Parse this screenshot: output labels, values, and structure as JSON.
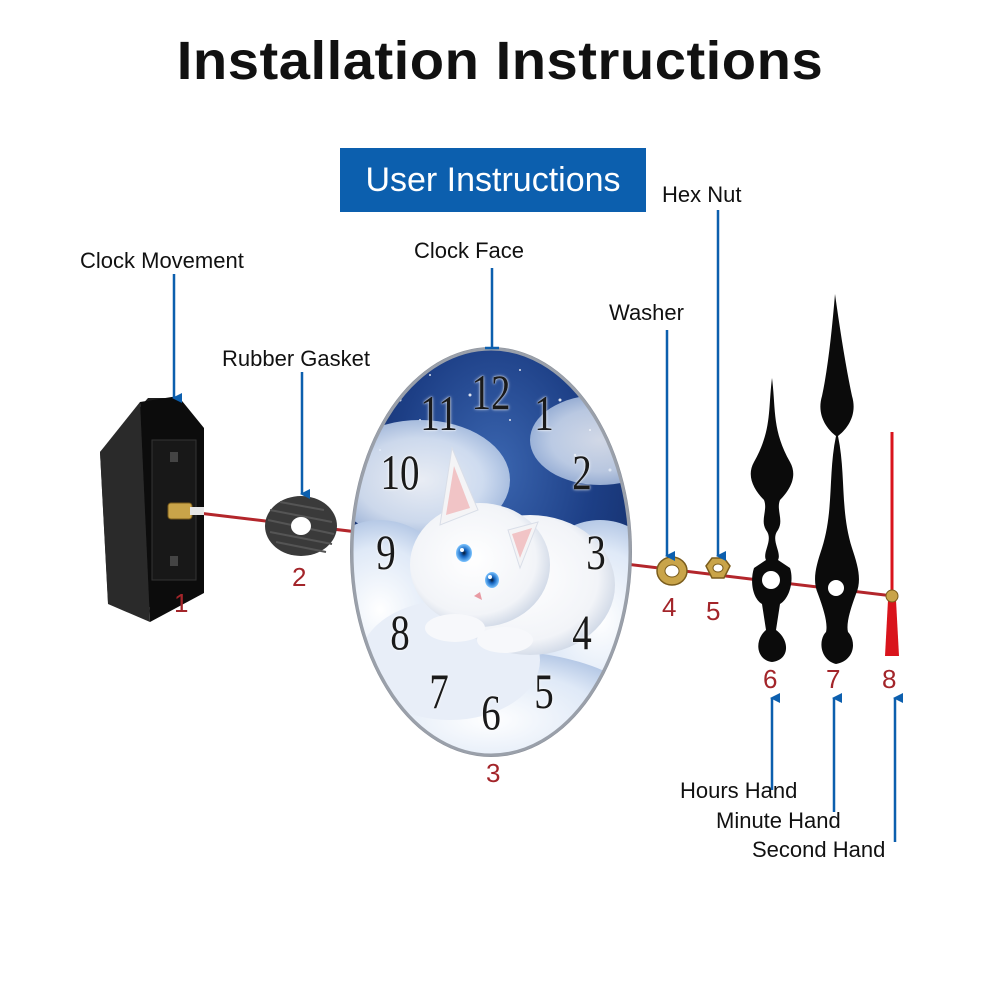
{
  "title": "Installation Instructions",
  "banner": "User Instructions",
  "parts": [
    {
      "num": "1",
      "label": "Clock Movement"
    },
    {
      "num": "2",
      "label": "Rubber Gasket"
    },
    {
      "num": "3",
      "label": "Clock Face"
    },
    {
      "num": "4",
      "label": "Washer"
    },
    {
      "num": "5",
      "label": "Hex Nut"
    },
    {
      "num": "6",
      "label": "Hours Hand"
    },
    {
      "num": "7",
      "label": "Minute Hand"
    },
    {
      "num": "8",
      "label": "Second Hand"
    }
  ],
  "dial_numbers": [
    "12",
    "1",
    "2",
    "3",
    "4",
    "5",
    "6",
    "7",
    "8",
    "9",
    "10",
    "11"
  ],
  "colors": {
    "arrow": "#0c5fae",
    "banner": "#0c5fae",
    "part_number": "#a3252a",
    "axis_line": "#b3262b",
    "second_hand": "#d9141c",
    "brass": "#c9a449"
  }
}
